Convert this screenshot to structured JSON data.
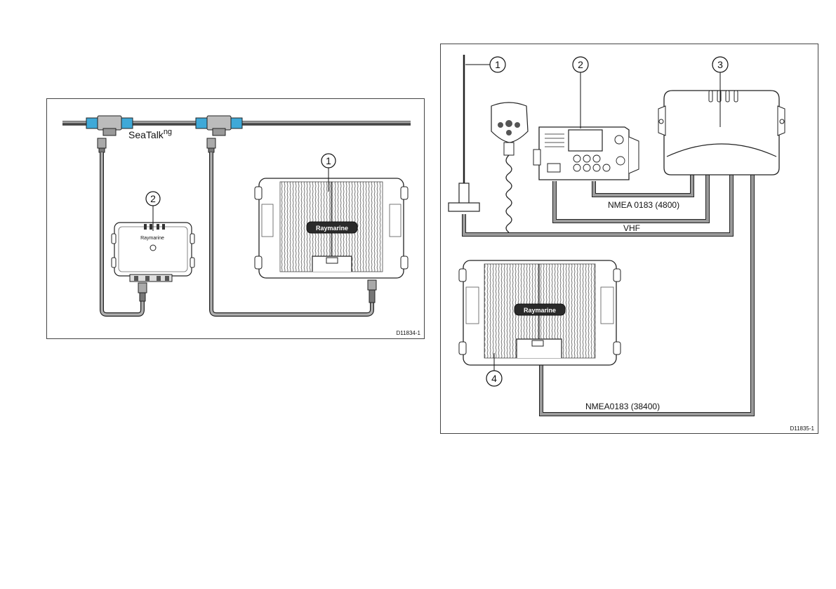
{
  "left_figure": {
    "network_label_main": "SeaTalk",
    "network_label_sup": "ng",
    "callouts": [
      "1",
      "2"
    ],
    "device_brand": "Raymarine",
    "figure_id": "D11834-1"
  },
  "right_figure": {
    "callouts": [
      "1",
      "2",
      "3",
      "4"
    ],
    "device_brand": "Raymarine",
    "connections": {
      "nmea_low": "NMEA 0183 (4800)",
      "vhf": "VHF",
      "nmea_high": "NMEA0183 (38400)"
    },
    "figure_id": "D11835-1"
  },
  "colors": {
    "cable_gray": "#9a9a9a",
    "connector_blue": "#3fa9d8",
    "outline": "#222222"
  }
}
